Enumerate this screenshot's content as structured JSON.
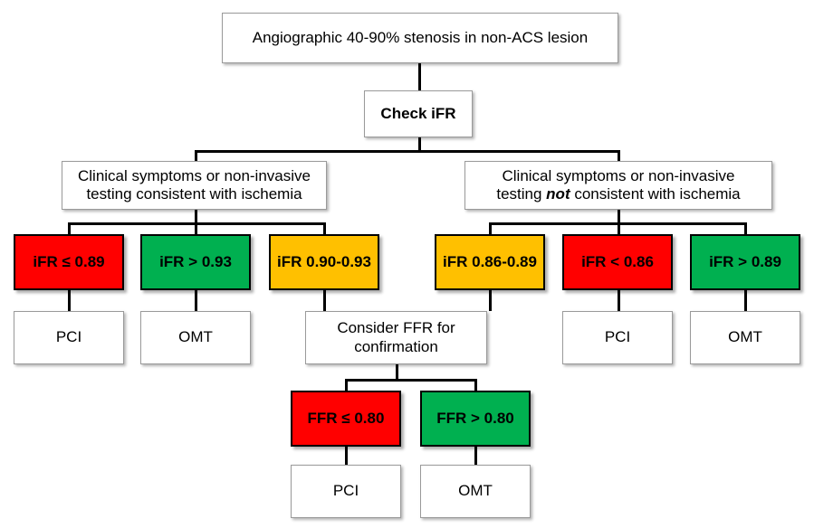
{
  "diagram": {
    "title_text": "Angiographic 40-90% stenosis in non-ACS lesion",
    "colors": {
      "red": "#FF0000",
      "green": "#00B050",
      "amber": "#FFC000",
      "connector": "#000000",
      "box_border": "#9A9A9A",
      "background": "#FFFFFF"
    }
  },
  "nodes": {
    "root": "Angiographic 40-90% stenosis in non-ACS lesion",
    "check_ifr": "Check iFR",
    "branch_ischemia_line1": "Clinical symptoms or non-invasive",
    "branch_ischemia_line2a": "testing consistent with ischemia",
    "branch_no_ischemia_line1": "Clinical symptoms or non-invasive",
    "branch_no_ischemia_line2_pre": "testing ",
    "branch_no_ischemia_line2_em": "not",
    "branch_no_ischemia_line2_post": " consistent with ischemia",
    "ifr_le_089": "iFR ≤ 0.89",
    "ifr_gt_093": "iFR > 0.93",
    "ifr_090_093": "iFR 0.90-0.93",
    "ifr_086_089": "iFR 0.86-0.89",
    "ifr_lt_086": "iFR < 0.86",
    "ifr_gt_089": "iFR > 0.89",
    "pci_left": "PCI",
    "omt_left": "OMT",
    "consider_ffr_line1": "Consider FFR for",
    "consider_ffr_line2": "confirmation",
    "pci_right": "PCI",
    "omt_right": "OMT",
    "ffr_le_080": "FFR ≤ 0.80",
    "ffr_gt_080": "FFR > 0.80",
    "pci_ffr": "PCI",
    "omt_ffr": "OMT"
  }
}
